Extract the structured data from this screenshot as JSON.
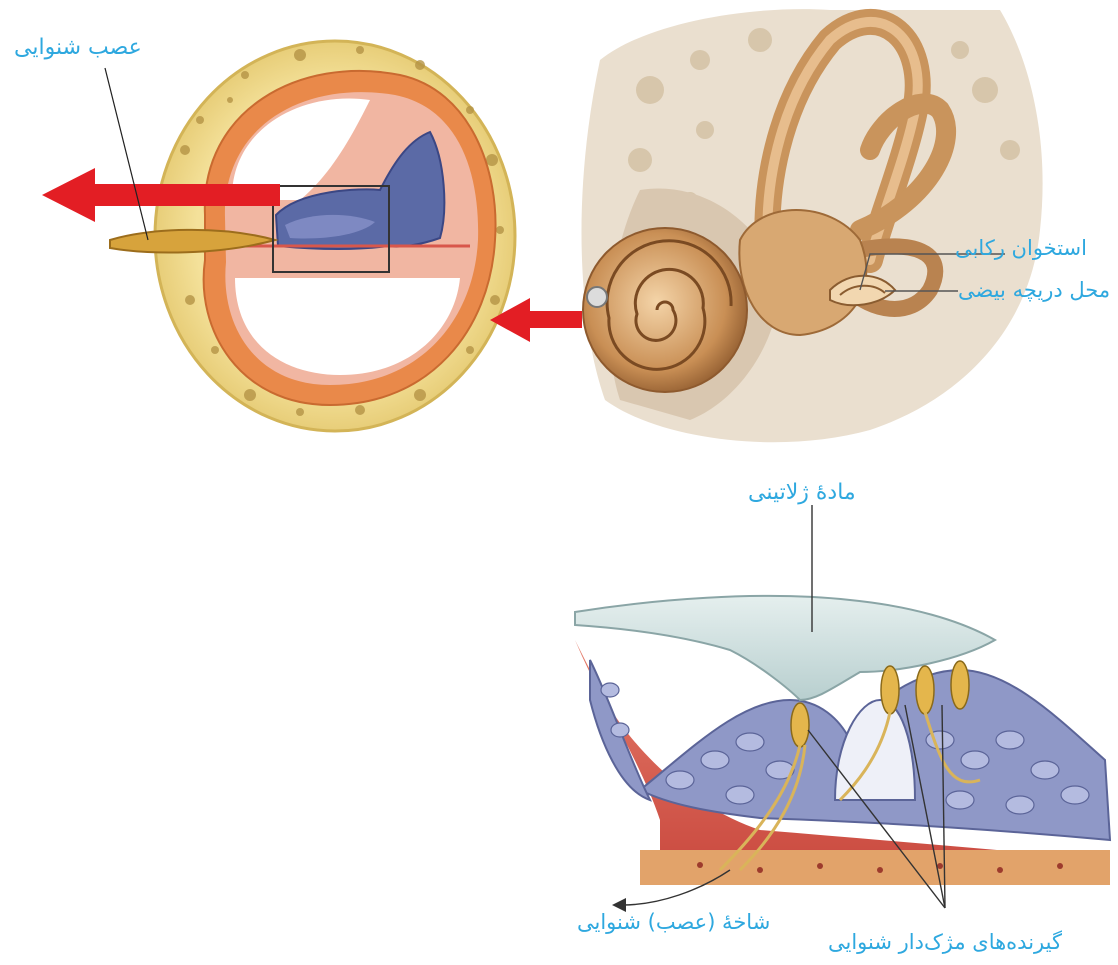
{
  "labels": {
    "auditory_nerve": "عصب شنوایی",
    "stapes": "استخوان رکابی",
    "oval_window": "محل دریچه بیضی",
    "gelatinous": "مادهٔ ژلاتینی",
    "nerve_branch": "شاخهٔ (عصب) شنوایی",
    "hair_cells": "گیرنده‌های مژک‌دار شنوایی"
  },
  "colors": {
    "label": "#2ea8df",
    "arrow": "#e31e24",
    "bone": "#f1dc8e",
    "duct": "#e9894a",
    "membrane": "#5b6aa6",
    "cochlea": "#c9945c",
    "jelly": "#cfe0df",
    "cells": "#8f98c7",
    "tissue": "#d8574b"
  },
  "icons": {
    "arrow_left": "red-arrow-left-icon",
    "arrow_small": "red-arrow-left-icon"
  }
}
